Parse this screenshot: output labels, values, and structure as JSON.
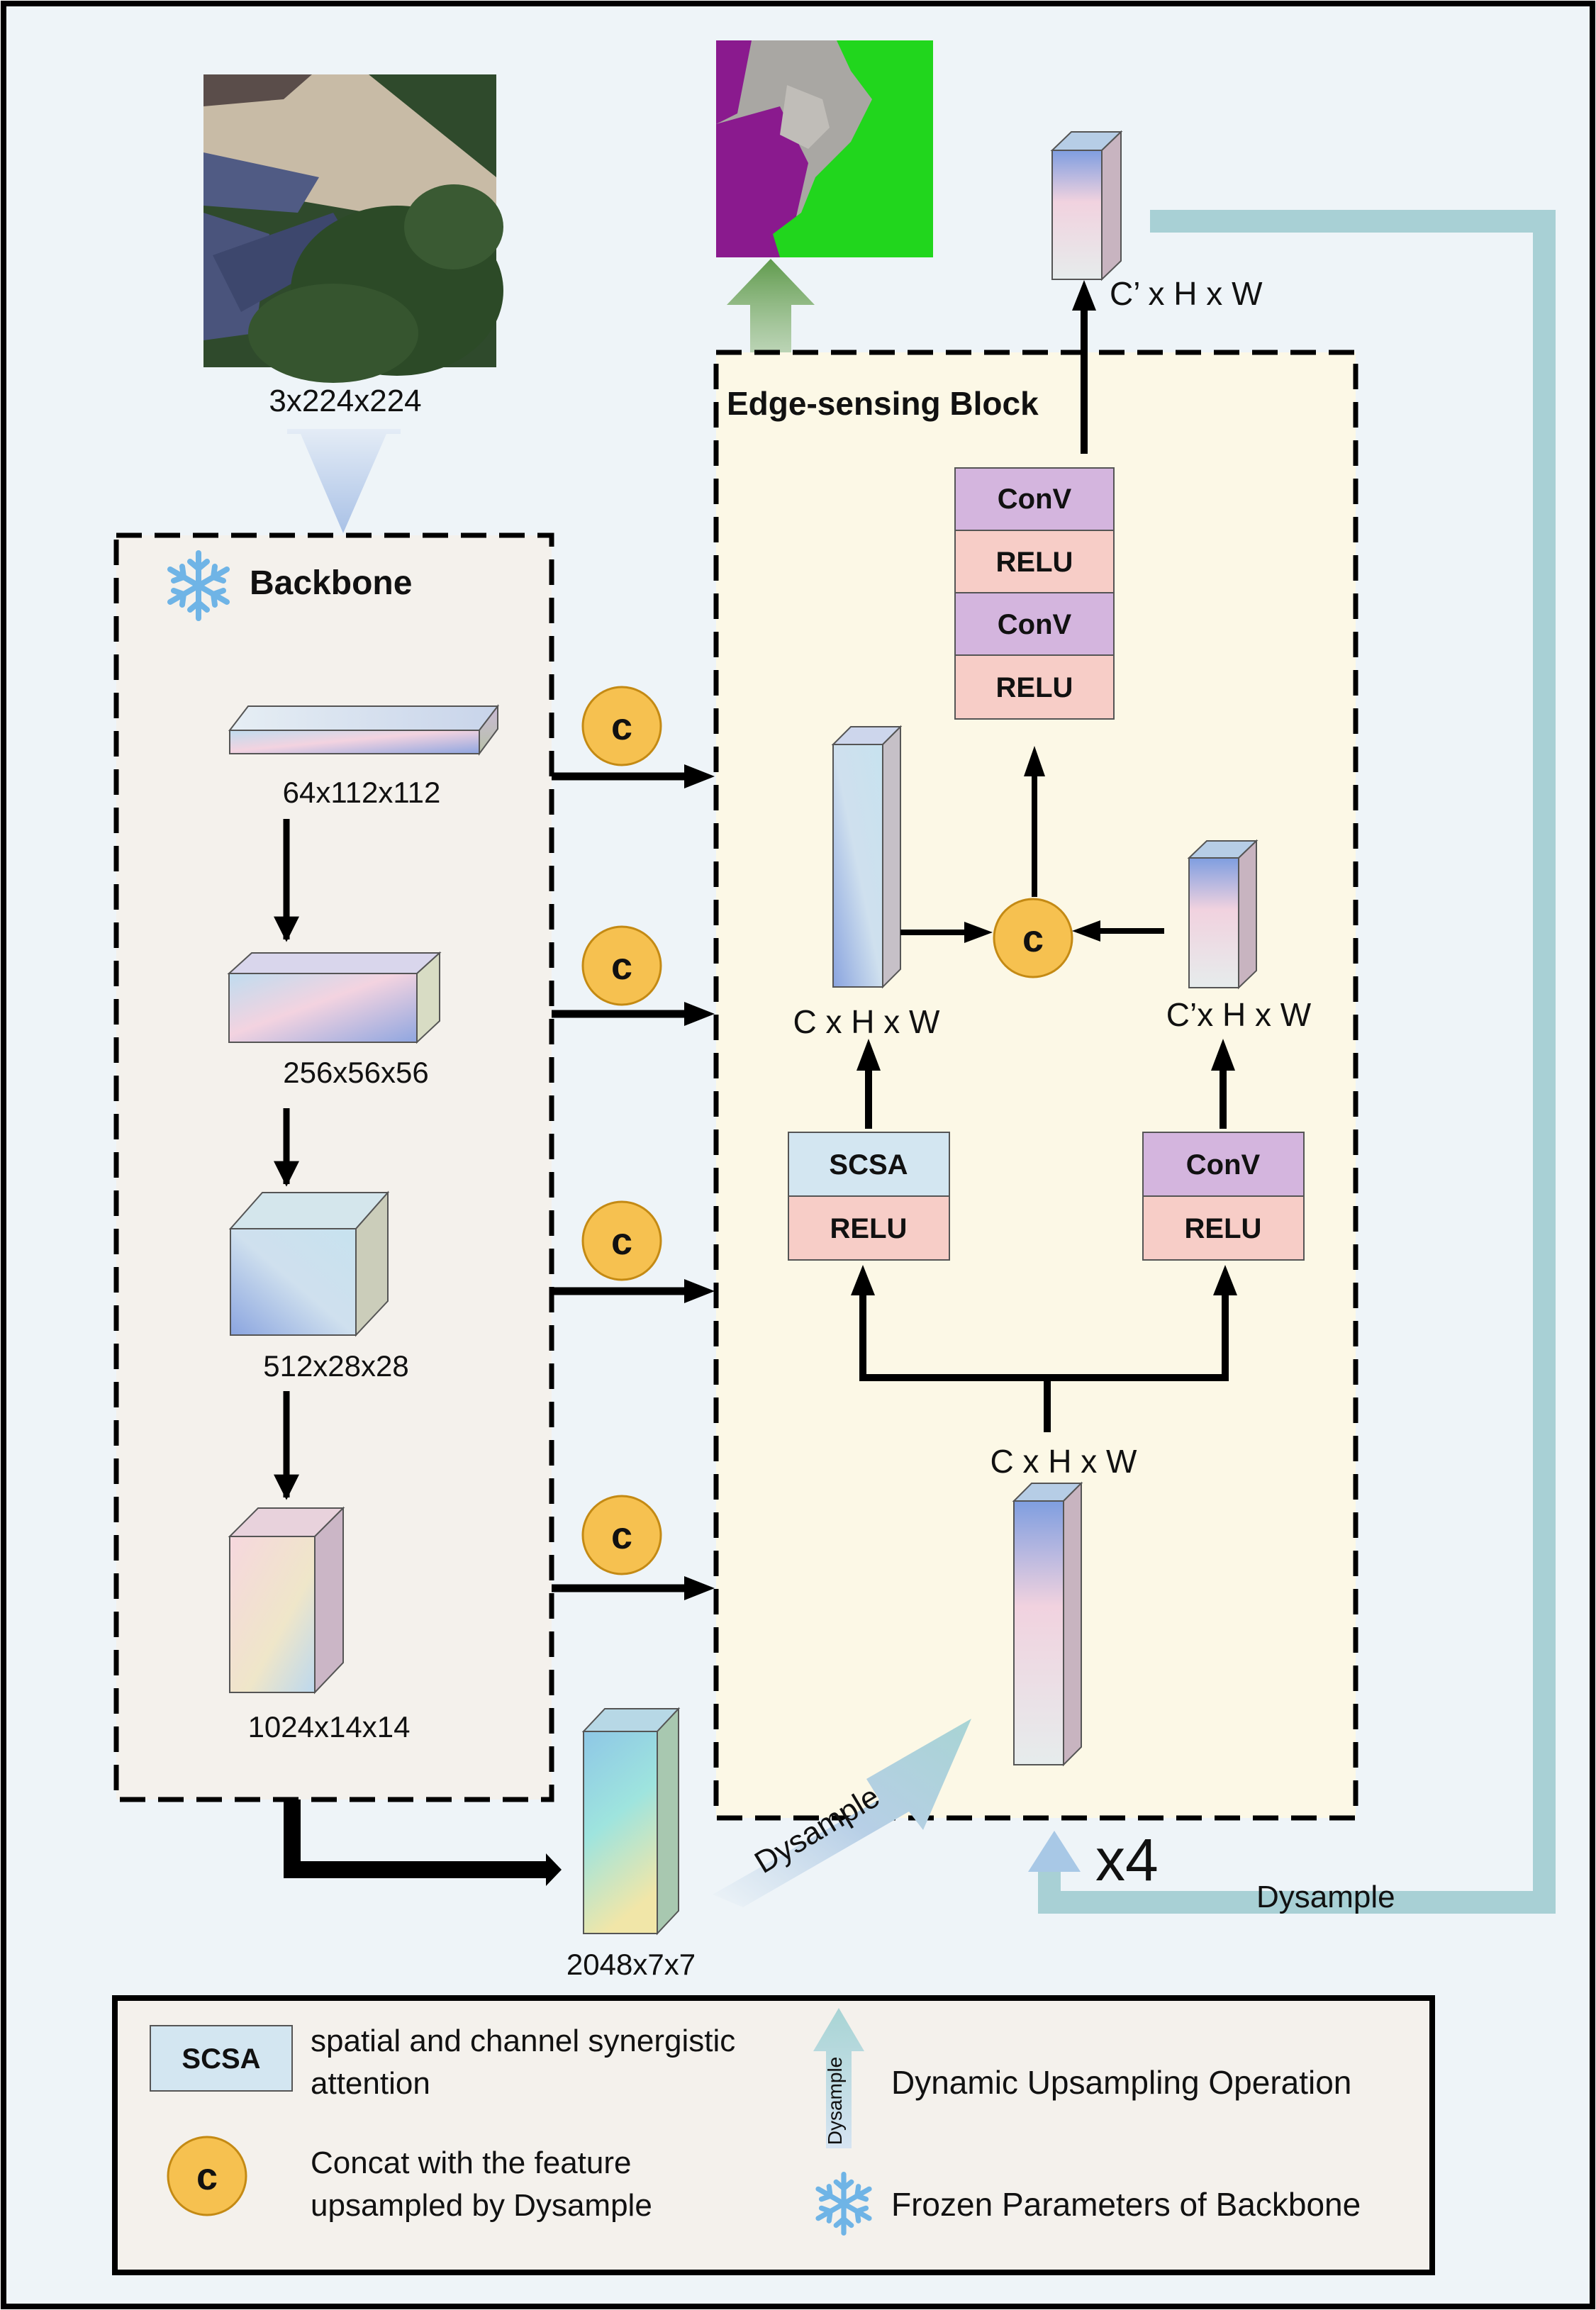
{
  "backbone": {
    "title": "Backbone",
    "input_shape": "3x224x224",
    "stages": [
      "64x112x112",
      "256x56x56",
      "512x28x28",
      "1024x14x14"
    ],
    "final_feature": "2048x7x7"
  },
  "edge_block": {
    "title": "Edge-sensing Block",
    "layers_top": [
      "ConV",
      "RELU",
      "ConV",
      "RELU"
    ],
    "left_branch": [
      "SCSA",
      "RELU"
    ],
    "right_branch": [
      "ConV",
      "RELU"
    ],
    "label_bottom": "C x H x W",
    "label_left": "C x H x W",
    "label_right": "C’x H x W",
    "label_output": "C’ x H x W",
    "repeat": "x4"
  },
  "concat_symbol": "c",
  "dysample_label": "Dysample",
  "legend": {
    "scsa_box": "SCSA",
    "scsa_desc_line1": "spatial and channel synergistic",
    "scsa_desc_line2": "attention",
    "concat_desc_line1": "Concat with the feature",
    "concat_desc_line2": "upsampled by Dysample",
    "dysample_arrow_text": "Dysample",
    "dysample_desc": "Dynamic Upsampling Operation",
    "frozen_desc": "Frozen Parameters of Backbone"
  },
  "colors": {
    "page_bg": "#eef4f8",
    "backbone_bg": "#f4f1ec",
    "edge_bg": "#fcf8e6",
    "conv": "#d4b5de",
    "relu": "#f7cdc7",
    "scsa": "#d3e6f1",
    "concat": "#f6c150",
    "teal": "#a8d0d5",
    "snowflake": "#6fb4e6"
  }
}
